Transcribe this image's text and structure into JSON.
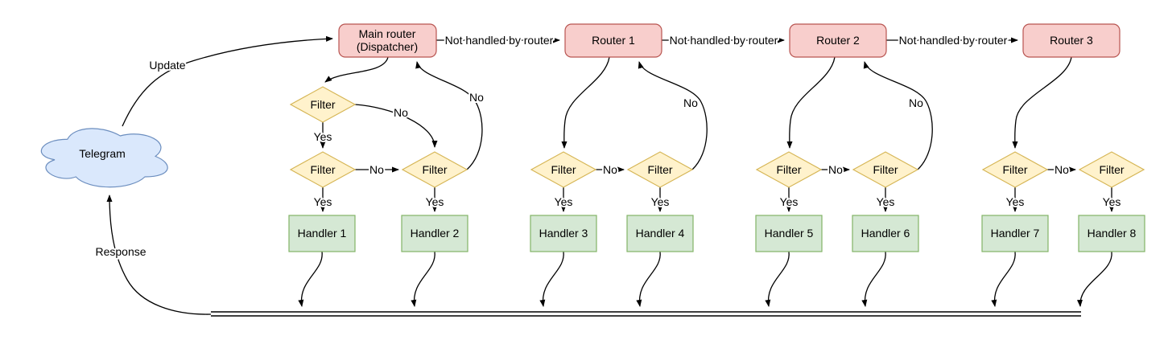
{
  "colors": {
    "router_fill": "#f8cecc",
    "router_stroke": "#b85450",
    "filter_fill": "#fff2cc",
    "filter_stroke": "#d6b656",
    "handler_fill": "#d5e8d4",
    "handler_stroke": "#82b366",
    "cloud_fill": "#dae8fc",
    "cloud_stroke": "#6c8ebf",
    "edge_stroke": "#000000"
  },
  "cloud": {
    "label": "Telegram"
  },
  "edge_labels": {
    "update": "Update",
    "response": "Response",
    "not_handled": "Not handled by router",
    "yes": "Yes",
    "no": "No"
  },
  "nodes": {
    "main_router": {
      "line1": "Main router",
      "line2": "(Dispatcher)"
    },
    "routers": [
      {
        "label": "Router 1"
      },
      {
        "label": "Router 2"
      },
      {
        "label": "Router 3"
      }
    ],
    "filter_label": "Filter",
    "handlers": [
      {
        "label": "Handler 1"
      },
      {
        "label": "Handler 2"
      },
      {
        "label": "Handler 3"
      },
      {
        "label": "Handler 4"
      },
      {
        "label": "Handler 5"
      },
      {
        "label": "Handler 6"
      },
      {
        "label": "Handler 7"
      },
      {
        "label": "Handler 8"
      }
    ]
  }
}
